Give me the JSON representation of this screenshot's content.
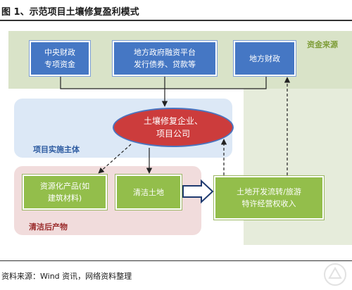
{
  "figure": {
    "title": "图 1、示范项目土壤修复盈利模式"
  },
  "regions": {
    "funding_source": "资金来源",
    "implementation_entity": "项目实施主体",
    "post_remediation_products": "清洁后产物"
  },
  "nodes": {
    "central_fund": [
      "中央财政",
      "专项资金"
    ],
    "local_financing": [
      "地方政府融资平台",
      "发行债券、贷款等"
    ],
    "local_finance": [
      "地方财政"
    ],
    "company": [
      "土壤修复企业、",
      "项目公司"
    ],
    "resource_products": [
      "资源化产品(如",
      "建筑材料)"
    ],
    "clean_land": [
      "清洁土地"
    ],
    "income": [
      "土地开发流转/旅游",
      "特许经营权收入"
    ]
  },
  "footer": {
    "source": "资料来源：Wind 资讯，网络资料整理"
  },
  "colors": {
    "blue_box": "#4577c4",
    "green_box": "#93be4b",
    "company_ellipse": "#cc3c3c",
    "funding_bg": "#d9e3c8",
    "entity_bg": "#dce8f6",
    "output_bg": "#f1dcdc"
  },
  "icons": {
    "watermark": "logo-watermark-icon"
  }
}
